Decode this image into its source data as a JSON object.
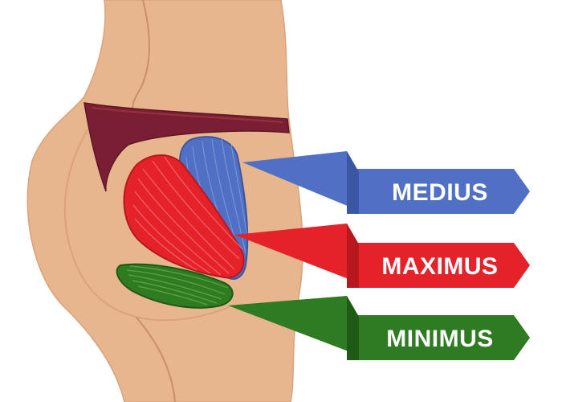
{
  "labels": {
    "medius": "MEDIUS",
    "maximus": "MAXIMUS",
    "minimus": "MINIMUS"
  },
  "colors": {
    "skin": "#E8B68E",
    "skin_outline": "#C98F66",
    "underwear": "#7A1F33",
    "medius": "#4F70C4",
    "medius_dark": "#3B57A4",
    "maximus": "#E5212A",
    "maximus_dark": "#B9171E",
    "minimus": "#2E7B22",
    "minimus_dark": "#1E5A14",
    "label_text": "#FFFFFF"
  }
}
